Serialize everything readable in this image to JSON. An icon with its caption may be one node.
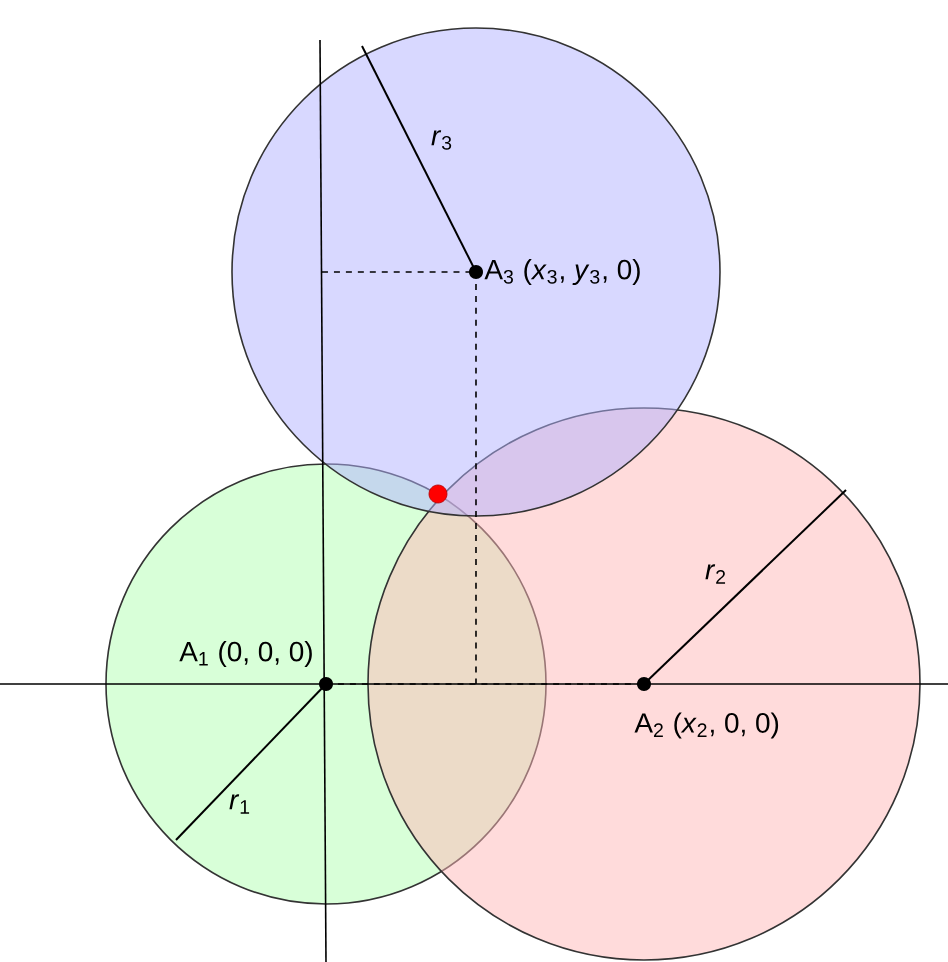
{
  "diagram": {
    "labels": [
      "*r*$_{3}$",
      "A$_{3}$ (*x*$_{3}$, *y*$_{3}$, 0)",
      "*r*$_{2}$",
      "A$_{1}$ (0, 0, 0)",
      "A$_{2}$ (*x*$_{2}$, 0, 0)",
      "*r*$_{1}$"
    ]
  }
}
